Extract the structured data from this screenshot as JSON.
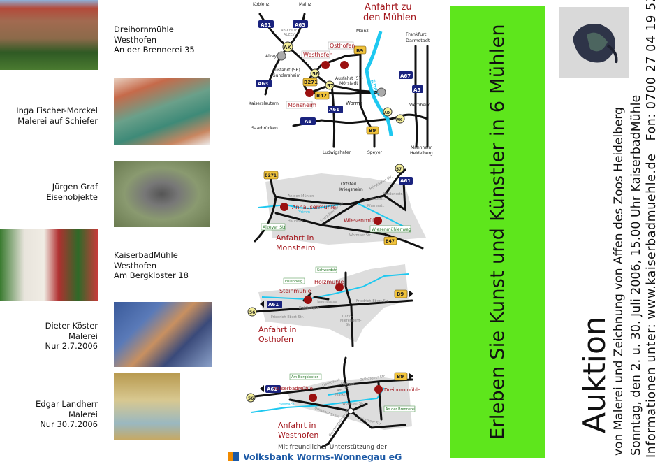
{
  "artists": [
    {
      "lines": [
        "Dreihornmühle",
        "Westhofen",
        "An der Brennerei 35"
      ]
    },
    {
      "lines": [
        "Inga Fischer-Morckel",
        "Malerei auf Schiefer"
      ]
    },
    {
      "lines": [
        "Jürgen Graf",
        "Eisenobjekte"
      ]
    },
    {
      "lines": [
        "KaiserbadMühle",
        "Westhofen",
        "Am Bergkloster 18"
      ]
    },
    {
      "lines": [
        "Dieter Köster",
        "Malerei",
        "Nur 2.7.2006"
      ]
    },
    {
      "lines": [
        "Edgar Landherr",
        "Malerei",
        "Nur 30.7.2006"
      ]
    }
  ],
  "map_overview": {
    "title": [
      "Anfahrt zu",
      "den Mühlen"
    ],
    "labels": {
      "koblenz": "Koblenz",
      "mainz_top": "Mainz",
      "a61": "A61",
      "a63": "A63",
      "ab_kreuz": [
        "AB-Kreuz",
        "ALZEY"
      ],
      "ak": "AK",
      "alzey": "Alzey",
      "westhofen": "Westhofen",
      "osthofen": "Osthofen",
      "mainz": "Mainz",
      "b9": "B9",
      "frankfurt": [
        "Frankfurt",
        "Darmstadt"
      ],
      "a67": "A67",
      "a5": "A5",
      "rhein": "Rhein",
      "ausfahrt56": [
        "Ausfahrt (56)",
        "Gundersheim"
      ],
      "n56": "56",
      "b271": "B271",
      "n57": "57",
      "ausfahrt57": [
        "Ausfahrt (57)",
        "Mörstadt"
      ],
      "b47": "B47",
      "monsheim": "Monsheim",
      "worms": "Worms",
      "a61_south": "A61",
      "a63_south": "A63",
      "kaiserslautern": "Kaiserslautern",
      "viernheim": "Viernheim",
      "ad": "AD",
      "ak2": "AK",
      "a6": "A6",
      "saarbruecken": "Saarbrücken",
      "b9_south": "B9",
      "ludwigshafen": "Ludwigshafen",
      "speyer": "Speyer",
      "mannheim": [
        "Mannheim",
        "Heidelberg"
      ]
    }
  },
  "map_monsheim": {
    "title": [
      "Anfahrt in",
      "Monsheim"
    ],
    "labels": {
      "b271": "B271",
      "n57": "57",
      "a61": "A61",
      "ortsteil": [
        "Ortsteil",
        "Kriegsheim"
      ],
      "an_den_muehlen": "An den Mühlen",
      "anhaeusermuehle": "Anhäusermühle",
      "pfrimm": "Pfrimm",
      "hauptstr": "Hauptstr.",
      "kriegsheimer": "Kriegsheimer Str.",
      "moerstaedter": "Mörstädter Str.",
      "friedensstr": "Friedensstr.",
      "hauptstr2": "Hauptstr.",
      "pfarrstr": "Pfarrerstr.",
      "wiesenmuehle": "Wiesenmühle",
      "alzeyer": "Alzeyer Str.",
      "wiesenmuehlenweg": "Wiesenmühlenweg",
      "wormser": "Wormser Str.",
      "b47": "B47"
    }
  },
  "map_osthofen": {
    "title": [
      "Anfahrt in",
      "Osthofen"
    ],
    "labels": {
      "schwerdstr": "Schwerdstr.",
      "eulenberg": "Eulenberg",
      "holzmuehle": "Holzmühle",
      "steinmuehle": "Steinmühle",
      "hasengasse": "Hasengasse",
      "dahlbergstr": "Dahlbergstr.",
      "a61": "A61",
      "n56": "56",
      "b9": "B9",
      "friedrich_ebert_east": "Friedrich-Ebert-Str.",
      "friedrich_ebert_west": "Friedrich-Ebert-Str.",
      "carlo": [
        "Carlo-",
        "Mierendorff-",
        "Str."
      ]
    }
  },
  "map_westhofen": {
    "title": [
      "Anfahrt in",
      "Westhofen"
    ],
    "labels": {
      "mainzer": [
        "Mainzer",
        "Str."
      ],
      "b9": "B9",
      "am_bergkloster": "Am Bergkloster",
      "a61": "A61",
      "n56": "56",
      "kaiserbadmuehle": "KaiserbadMühle",
      "obergasse": "Obergasse",
      "am_markt": [
        "Am",
        "Markt"
      ],
      "osthofener": "Osthofener Str.",
      "dreihornmuehle": "Dreihornmühle",
      "seebach": "Seebach",
      "wormser1": "Wormser Str.",
      "umgehungsstr": "Umgehungsstr.",
      "an_der_brennerei": "An der Brennerei",
      "gundersheimer": "Gundersheimer Str.",
      "wormser2": "Wormser Str."
    }
  },
  "sponsor": {
    "line": "Mit freundlicher Unterstützung der",
    "bank": "Volksbank Worms-Wonnegau eG"
  },
  "green_panel": {
    "headline": "Erleben Sie Kunst und Künstler in 6 Mühlen"
  },
  "auction": {
    "title": "Auktion",
    "subtitle": "von Malerei und Zeichnung von Affen des Zoos Heidelberg",
    "date": "Sonntag, den 2. u. 30. Juli 2006, 15.00 Uhr KaiserbadMühle",
    "info": "Informationen unter: www.kaiserbadmuehle.de",
    "phone": "Fon: 0700 27 04 19 52"
  },
  "colors": {
    "green": "#5ee61c",
    "mill_red": "#9b1010",
    "autobahn": "#1a237e",
    "bundesstrasse": "#f0c33c",
    "river": "#1ec8f0",
    "title_red": "#a3161c",
    "bank_blue": "#1d5aa6"
  }
}
